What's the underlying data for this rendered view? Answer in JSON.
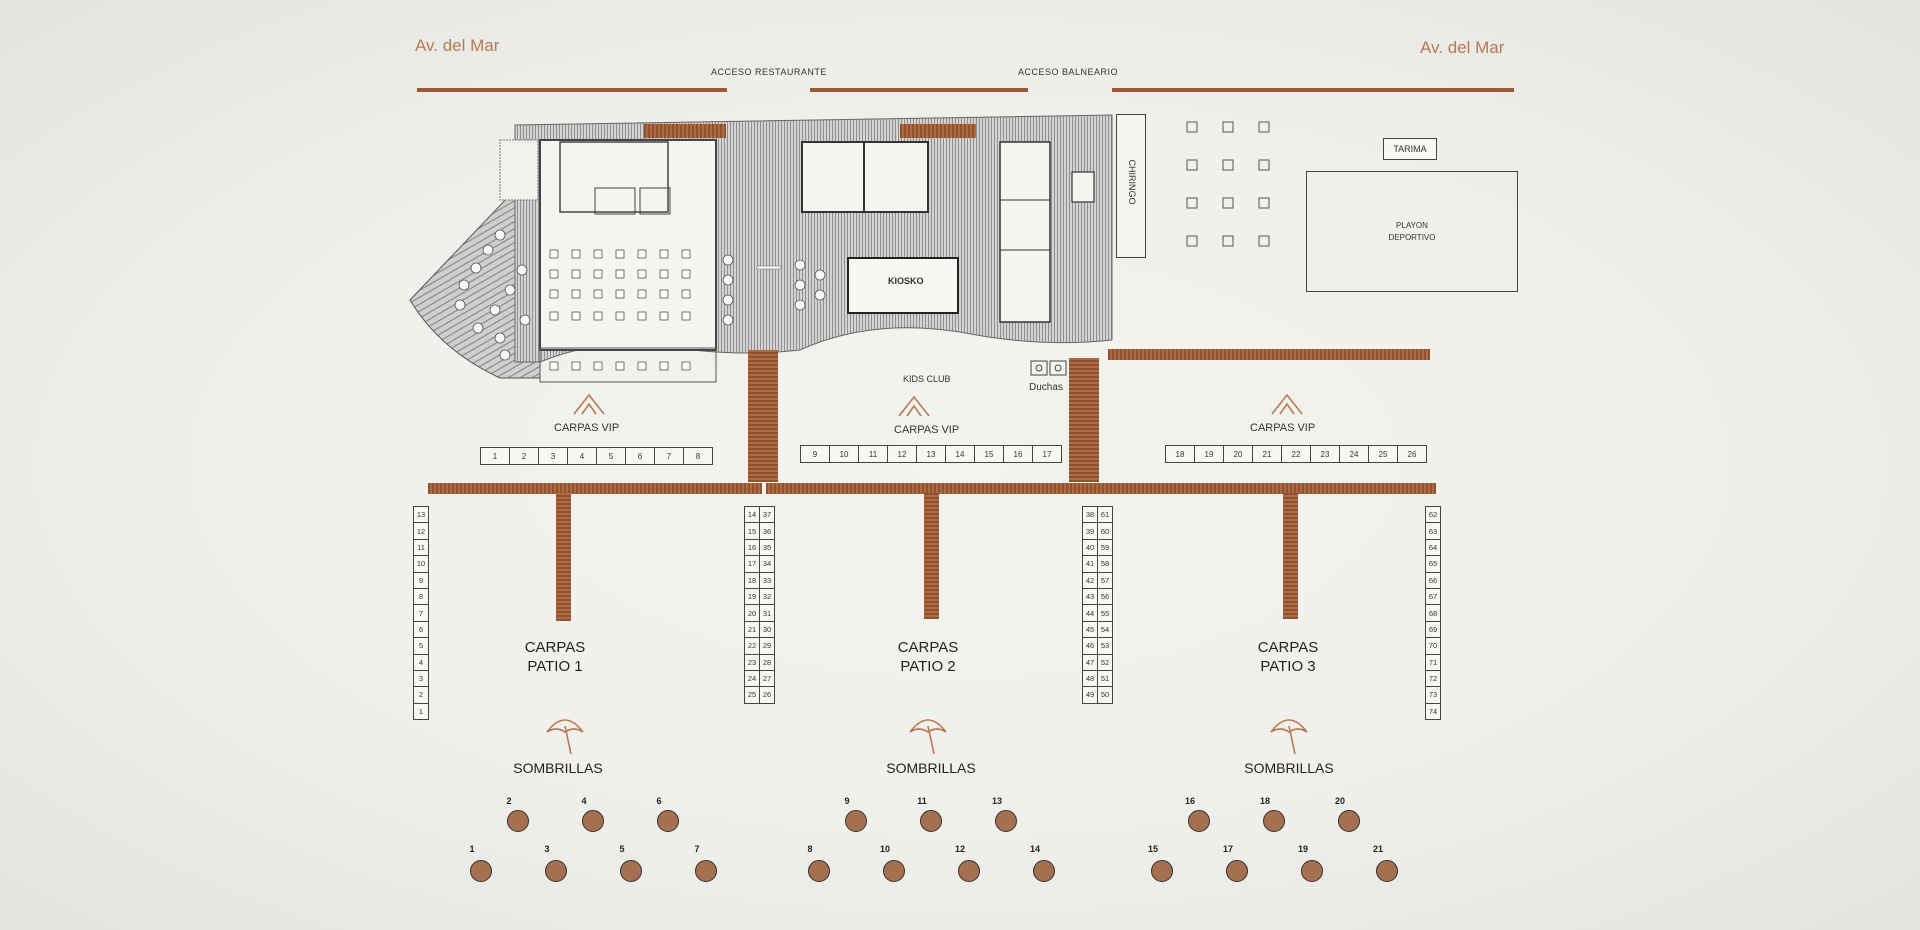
{
  "streets": {
    "left": "Av. del Mar",
    "right": "Av. del Mar"
  },
  "access": {
    "restaurante": "ACCESO RESTAURANTE",
    "balneario": "ACCESO BALNEARIO"
  },
  "facilities": {
    "chiringo": "CHIRINGO",
    "tarima": "TARIMA",
    "playon": "PLAYON\nDEPORTIVO",
    "kiosko": "KIOSKO",
    "kids_club": "KIDS CLUB",
    "duchas": "Duchas"
  },
  "vip": {
    "label": "CARPAS VIP",
    "groups": [
      [
        "1",
        "2",
        "3",
        "4",
        "5",
        "6",
        "7",
        "8"
      ],
      [
        "9",
        "10",
        "11",
        "12",
        "13",
        "14",
        "15",
        "16",
        "17"
      ],
      [
        "18",
        "19",
        "20",
        "21",
        "22",
        "23",
        "24",
        "25",
        "26"
      ]
    ]
  },
  "patios": [
    {
      "label1": "CARPAS",
      "label2": "PATIO 1"
    },
    {
      "label1": "CARPAS",
      "label2": "PATIO 2"
    },
    {
      "label1": "CARPAS",
      "label2": "PATIO 3"
    }
  ],
  "tent_columns": {
    "col_a": [
      [
        "13"
      ],
      [
        "12"
      ],
      [
        "11"
      ],
      [
        "10"
      ],
      [
        "9"
      ],
      [
        "8"
      ],
      [
        "7"
      ],
      [
        "6"
      ],
      [
        "5"
      ],
      [
        "4"
      ],
      [
        "3"
      ],
      [
        "2"
      ],
      [
        "1"
      ]
    ],
    "col_b": [
      [
        "14",
        "37"
      ],
      [
        "15",
        "36"
      ],
      [
        "16",
        "35"
      ],
      [
        "17",
        "34"
      ],
      [
        "18",
        "33"
      ],
      [
        "19",
        "32"
      ],
      [
        "20",
        "31"
      ],
      [
        "21",
        "30"
      ],
      [
        "22",
        "29"
      ],
      [
        "23",
        "28"
      ],
      [
        "24",
        "27"
      ],
      [
        "25",
        "26"
      ]
    ],
    "col_c": [
      [
        "38",
        "61"
      ],
      [
        "39",
        "60"
      ],
      [
        "40",
        "59"
      ],
      [
        "41",
        "58"
      ],
      [
        "42",
        "57"
      ],
      [
        "43",
        "56"
      ],
      [
        "44",
        "55"
      ],
      [
        "45",
        "54"
      ],
      [
        "46",
        "53"
      ],
      [
        "47",
        "52"
      ],
      [
        "48",
        "51"
      ],
      [
        "49",
        "50"
      ]
    ],
    "col_d": [
      [
        "62"
      ],
      [
        "63"
      ],
      [
        "64"
      ],
      [
        "65"
      ],
      [
        "66"
      ],
      [
        "67"
      ],
      [
        "68"
      ],
      [
        "69"
      ],
      [
        "70"
      ],
      [
        "71"
      ],
      [
        "72"
      ],
      [
        "73"
      ],
      [
        "74"
      ]
    ]
  },
  "sombrillas": {
    "label": "SOMBRILLAS",
    "groups": [
      {
        "top": [
          "2",
          "4",
          "6"
        ],
        "bottom": [
          "1",
          "3",
          "5",
          "7"
        ]
      },
      {
        "top": [
          "9",
          "11",
          "13"
        ],
        "bottom": [
          "8",
          "10",
          "12",
          "14"
        ]
      },
      {
        "top": [
          "16",
          "18",
          "20"
        ],
        "bottom": [
          "15",
          "17",
          "19",
          "21"
        ]
      }
    ]
  },
  "colors": {
    "wood": "#9a5a36",
    "accent": "#b77a55",
    "umbrella": "#a4704f"
  }
}
